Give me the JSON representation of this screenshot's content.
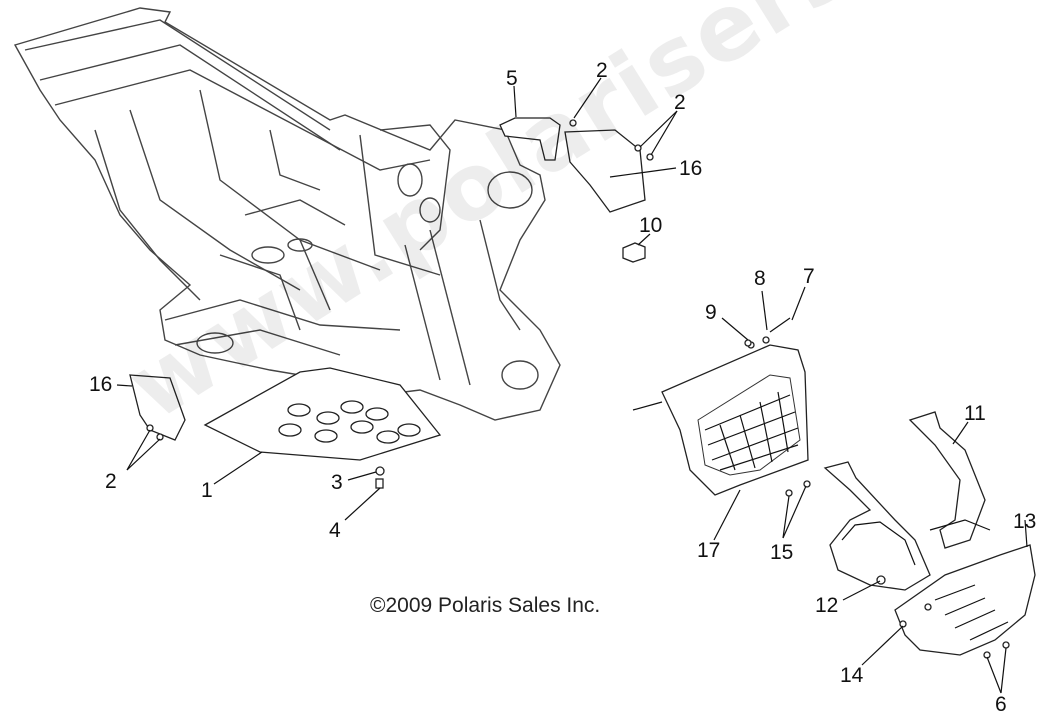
{
  "diagram": {
    "copyright": "©2009 Polaris Sales Inc.",
    "watermark": "www.polarisersatzteile.de",
    "callouts": [
      {
        "id": "c-5",
        "text": "5"
      },
      {
        "id": "c-2a",
        "text": "2"
      },
      {
        "id": "c-2b",
        "text": "2"
      },
      {
        "id": "c-16a",
        "text": "16"
      },
      {
        "id": "c-10",
        "text": "10"
      },
      {
        "id": "c-8",
        "text": "8"
      },
      {
        "id": "c-7",
        "text": "7"
      },
      {
        "id": "c-9",
        "text": "9"
      },
      {
        "id": "c-16b",
        "text": "16"
      },
      {
        "id": "c-2c",
        "text": "2"
      },
      {
        "id": "c-1",
        "text": "1"
      },
      {
        "id": "c-3",
        "text": "3"
      },
      {
        "id": "c-4",
        "text": "4"
      },
      {
        "id": "c-11",
        "text": "11"
      },
      {
        "id": "c-13",
        "text": "13"
      },
      {
        "id": "c-17",
        "text": "17"
      },
      {
        "id": "c-15",
        "text": "15"
      },
      {
        "id": "c-12",
        "text": "12"
      },
      {
        "id": "c-14",
        "text": "14"
      },
      {
        "id": "c-6",
        "text": "6"
      }
    ]
  }
}
